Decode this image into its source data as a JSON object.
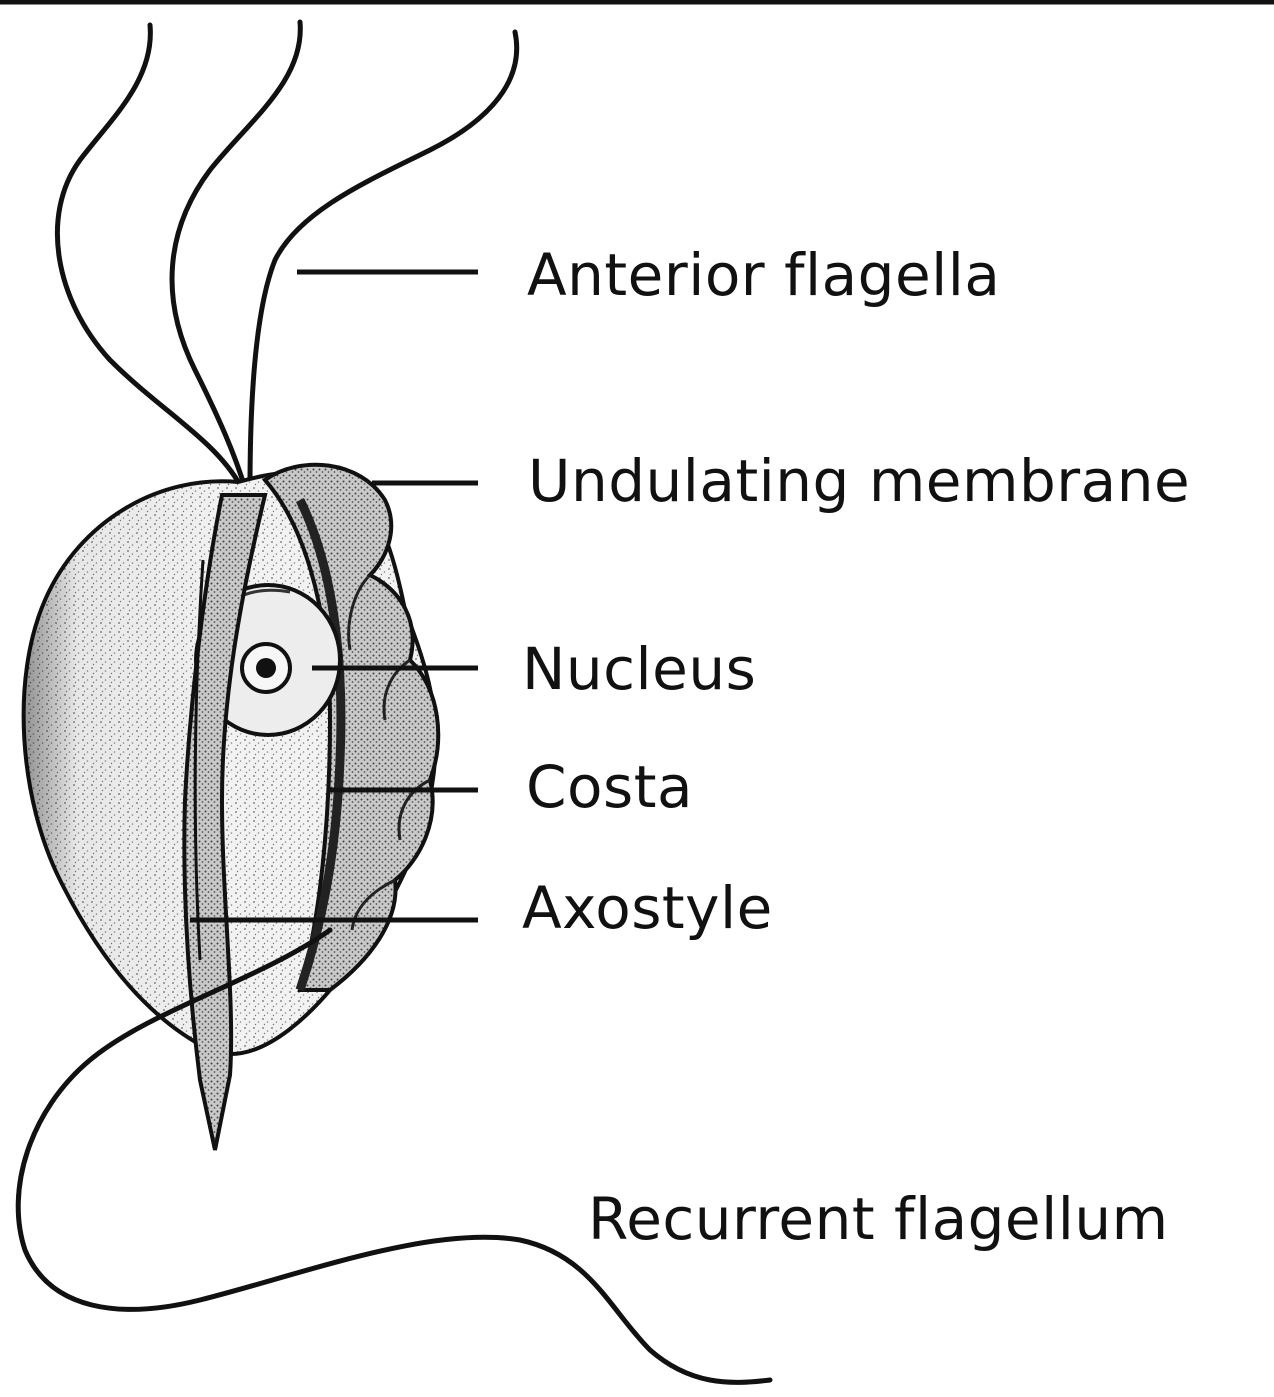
{
  "diagram": {
    "labels": {
      "anterior_flagella": "Anterior flagella",
      "undulating_membrane": "Undulating membrane",
      "nucleus": "Nucleus",
      "costa": "Costa",
      "axostyle": "Axostyle",
      "recurrent_flagellum": "Recurrent flagellum"
    },
    "colors": {
      "ink": "#111111",
      "stipple": "#6b6b6b",
      "background": "#ffffff"
    }
  }
}
